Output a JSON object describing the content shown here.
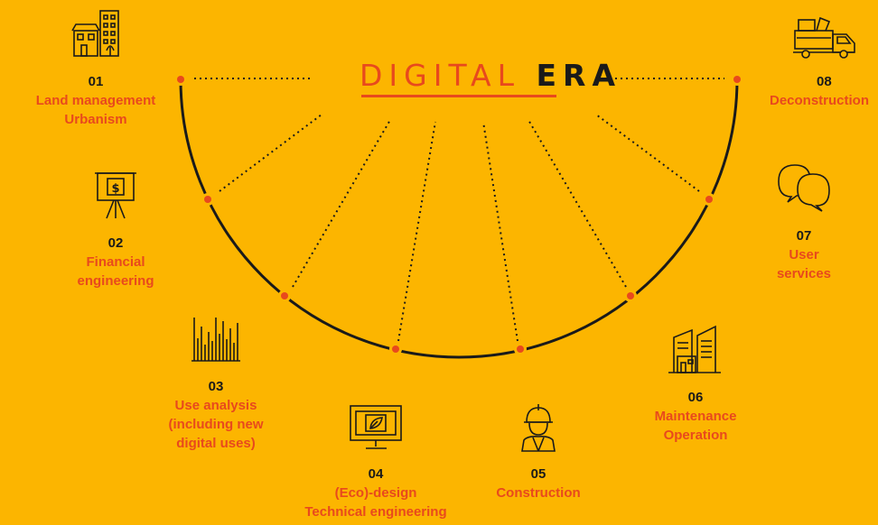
{
  "title": {
    "word1": "DIGITAL",
    "word2": "ERA"
  },
  "colors": {
    "background": "#FCB500",
    "accent": "#E8491D",
    "ink": "#1a1a1a"
  },
  "stages": [
    {
      "num": "01",
      "lines": [
        "Land management",
        "Urbanism"
      ],
      "icon": "buildings-icon"
    },
    {
      "num": "02",
      "lines": [
        "Financial",
        "engineering"
      ],
      "icon": "presentation-board-icon"
    },
    {
      "num": "03",
      "lines": [
        "Use analysis",
        "(including new",
        "digital uses)"
      ],
      "icon": "bar-graph-icon"
    },
    {
      "num": "04",
      "lines": [
        "(Eco)-design",
        "Technical engineering"
      ],
      "icon": "monitor-leaf-icon"
    },
    {
      "num": "05",
      "lines": [
        "Construction"
      ],
      "icon": "construction-worker-icon"
    },
    {
      "num": "06",
      "lines": [
        "Maintenance",
        "Operation"
      ],
      "icon": "city-buildings-icon"
    },
    {
      "num": "07",
      "lines": [
        "User",
        "services"
      ],
      "icon": "speech-bubbles-icon"
    },
    {
      "num": "08",
      "lines": [
        "Deconstruction"
      ],
      "icon": "truck-icon"
    }
  ]
}
